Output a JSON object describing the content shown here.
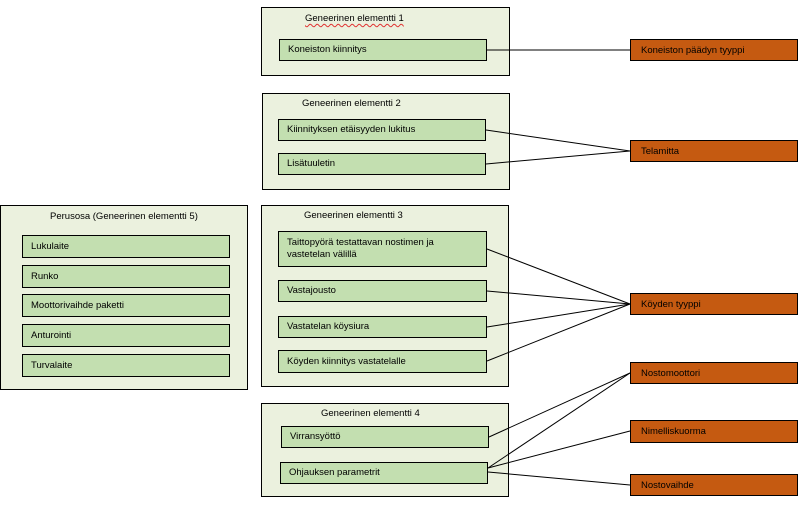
{
  "groups": {
    "g1": {
      "title": "Geneerinen elementti 1",
      "items": [
        "Koneiston kiinnitys"
      ]
    },
    "g2": {
      "title": "Geneerinen elementti 2",
      "items": [
        "Kiinnityksen etäisyyden lukitus",
        "Lisätuuletin"
      ]
    },
    "g3": {
      "title": "Geneerinen elementti 3",
      "items": [
        "Taittopyörä testattavan nostimen ja vastetelan välillä",
        "Vastajousto",
        "Vastatelan köysiura",
        "Köyden kiinnitys vastatelalle"
      ]
    },
    "g4": {
      "title": "Geneerinen elementti 4",
      "items": [
        "Virransyöttö",
        "Ohjauksen parametrit"
      ]
    },
    "g5": {
      "title": "Perusosa (Geneerinen elementti 5)",
      "items": [
        "Lukulaite",
        "Runko",
        "Moottorivaihde paketti",
        "Anturointi",
        "Turvalaite"
      ]
    }
  },
  "parameters": [
    "Koneiston päädyn tyyppi",
    "Telamitta",
    "Köyden tyyppi",
    "Nostomoottori",
    "Nimelliskuorma",
    "Nostovaihde"
  ],
  "colors": {
    "group_fill": "#ebf1de",
    "item_fill": "#c3dfb0",
    "parameter_fill": "#c55a11",
    "connector": "#000000"
  }
}
